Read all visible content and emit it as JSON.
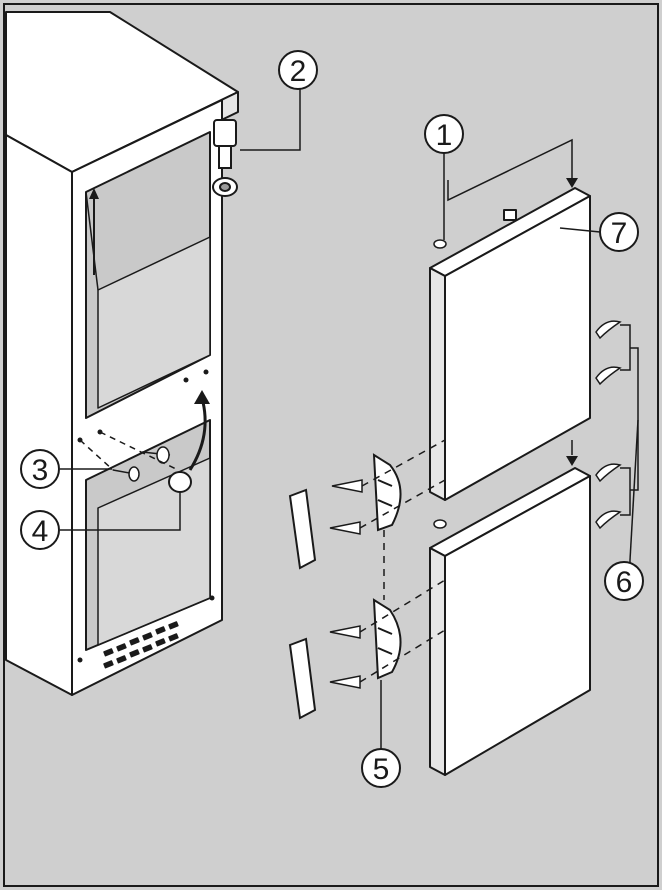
{
  "figure": {
    "callouts": [
      {
        "id": "c1",
        "label": "1"
      },
      {
        "id": "c2",
        "label": "2"
      },
      {
        "id": "c3",
        "label": "3"
      },
      {
        "id": "c4",
        "label": "4"
      },
      {
        "id": "c5",
        "label": "5"
      },
      {
        "id": "c6",
        "label": "6"
      },
      {
        "id": "c7",
        "label": "7"
      }
    ],
    "colors": {
      "background": "#cfcfcf",
      "panel": "#ffffff",
      "line": "#1a1a1a",
      "shade": "#9a9a9a"
    }
  }
}
